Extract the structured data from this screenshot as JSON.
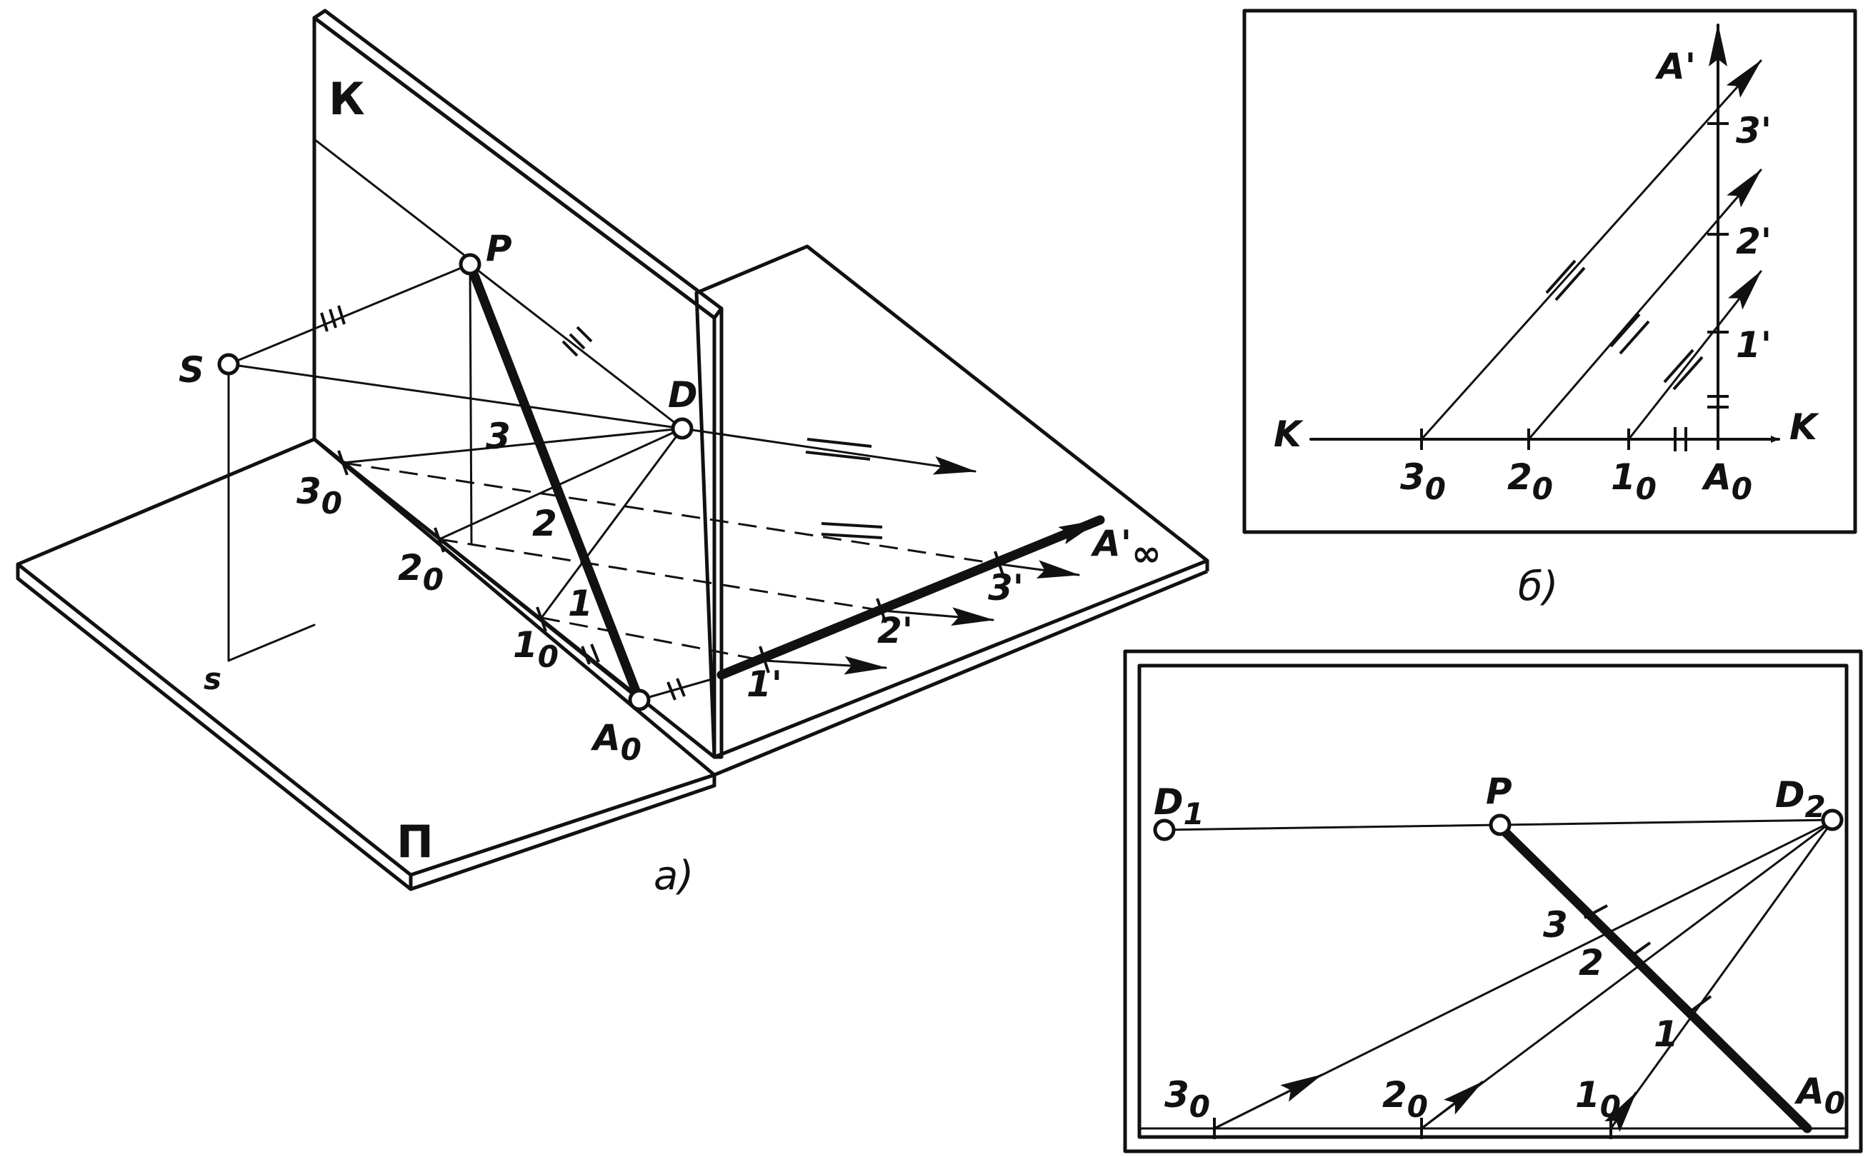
{
  "figure_a": {
    "caption": "а)",
    "plane_k": "К",
    "plane_pi": "П",
    "p": "P",
    "s": "S",
    "s_small": "s",
    "d": "D",
    "a0": "A",
    "a0_sub": "0",
    "three0": "3",
    "two0": "2",
    "one0": "1",
    "sub0": "0",
    "three": "3",
    "two": "2",
    "one": "1",
    "three_prime": "3'",
    "two_prime": "2'",
    "one_prime": "1'",
    "a_inf": "A'",
    "a_inf_sub": "∞"
  },
  "figure_b": {
    "caption": "б)",
    "k_left": "K",
    "k_right": "K",
    "a_prime": "A'",
    "three_prime": "3'",
    "two_prime": "2'",
    "one_prime": "1'",
    "three0": "3",
    "two0": "2",
    "one0": "1",
    "a0": "A",
    "sub0": "0"
  },
  "figure_c": {
    "d1": "D",
    "d1_sub": "1",
    "p": "P",
    "d2": "D",
    "d2_sub": "2",
    "three": "3",
    "two": "2",
    "one": "1",
    "three0": "3",
    "two0": "2",
    "one0": "1",
    "a0": "A",
    "sub0": "0"
  }
}
